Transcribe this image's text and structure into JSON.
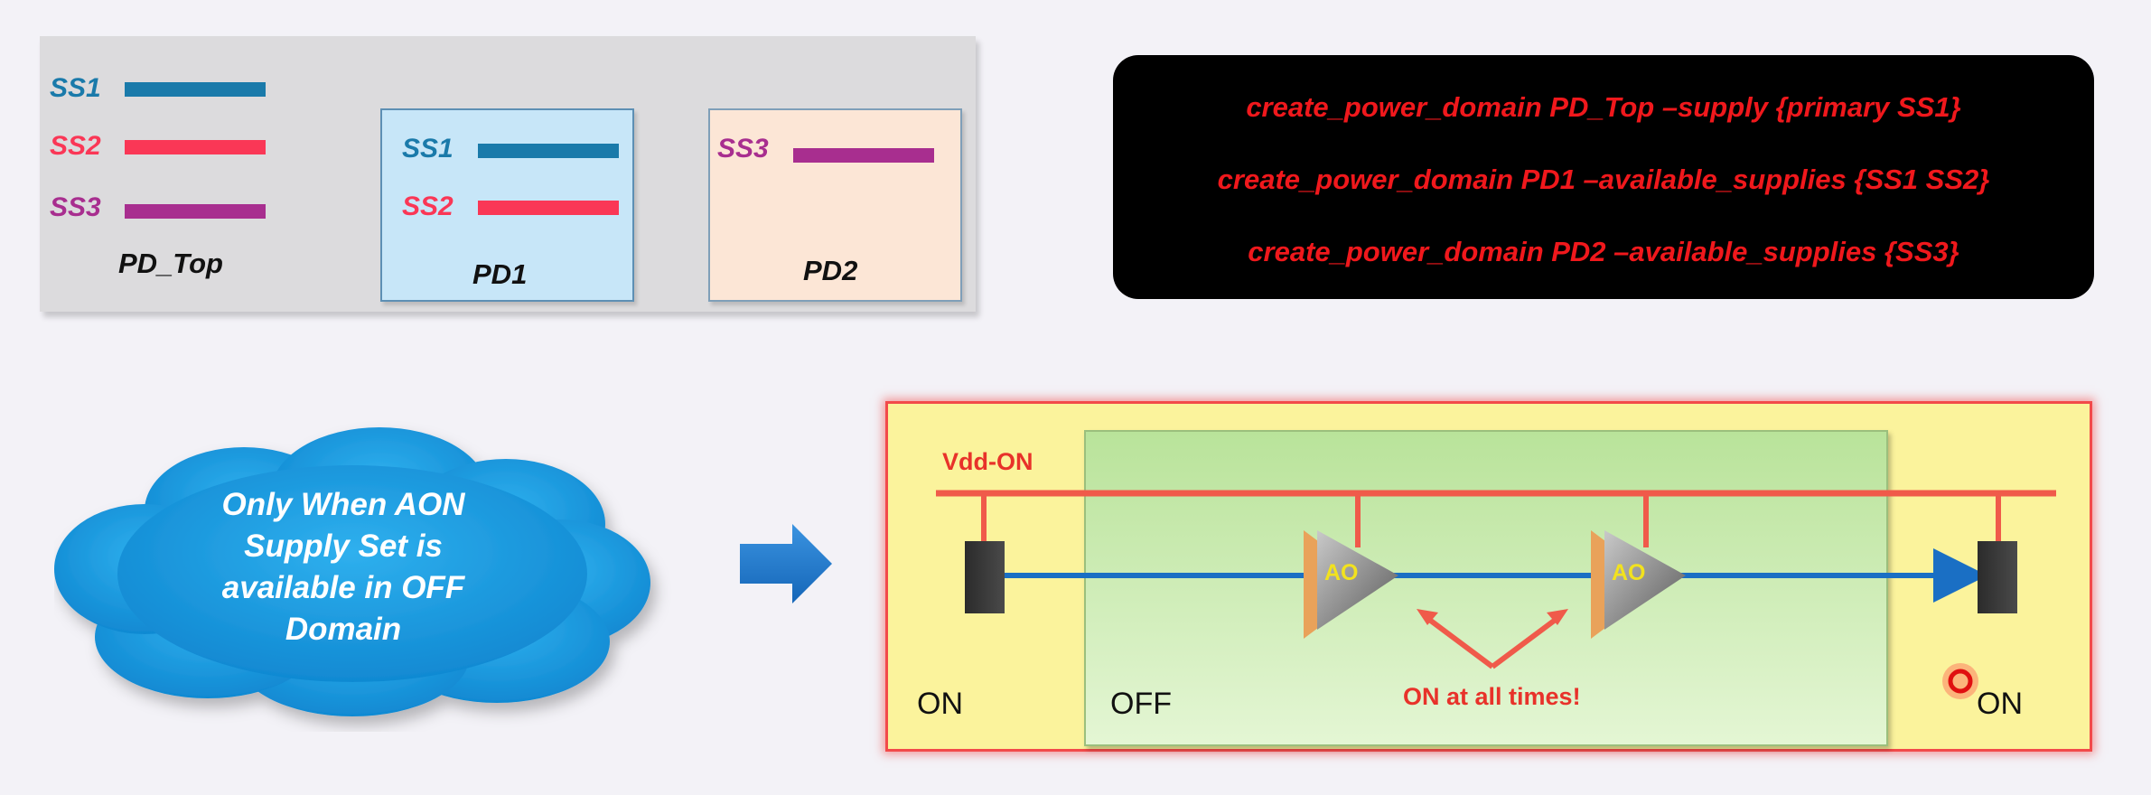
{
  "supply_panel": {
    "pd_top": {
      "name": "PD_Top",
      "supplies": [
        {
          "label": "SS1",
          "color": "#1a7aaa"
        },
        {
          "label": "SS2",
          "color": "#fa3756"
        },
        {
          "label": "SS3",
          "color": "#a82e8f"
        }
      ]
    },
    "pd1": {
      "name": "PD1",
      "supplies": [
        {
          "label": "SS1",
          "color": "#1a7aaa"
        },
        {
          "label": "SS2",
          "color": "#fa3756"
        }
      ]
    },
    "pd2": {
      "name": "PD2",
      "supplies": [
        {
          "label": "SS3",
          "color": "#a82e8f"
        }
      ]
    }
  },
  "commands": [
    "create_power_domain PD_Top –supply {primary SS1}",
    "create_power_domain PD1 –available_supplies {SS1 SS2}",
    "create_power_domain PD2 –available_supplies {SS3}"
  ],
  "cloud": {
    "lines": [
      "Only When AON",
      "Supply Set is",
      "available in OFF",
      "Domain"
    ]
  },
  "diagram": {
    "rail_label": "Vdd-ON",
    "left_domain_label": "ON",
    "center_domain_label": "OFF",
    "right_domain_label": "ON",
    "buffer_labels": [
      "AO",
      "AO"
    ],
    "annotation": "ON at all times!"
  },
  "colors": {
    "command_text": "#f0181c",
    "rail": "#f05a4a",
    "signal": "#1a6fc4",
    "arrow": "#1b73c8"
  }
}
